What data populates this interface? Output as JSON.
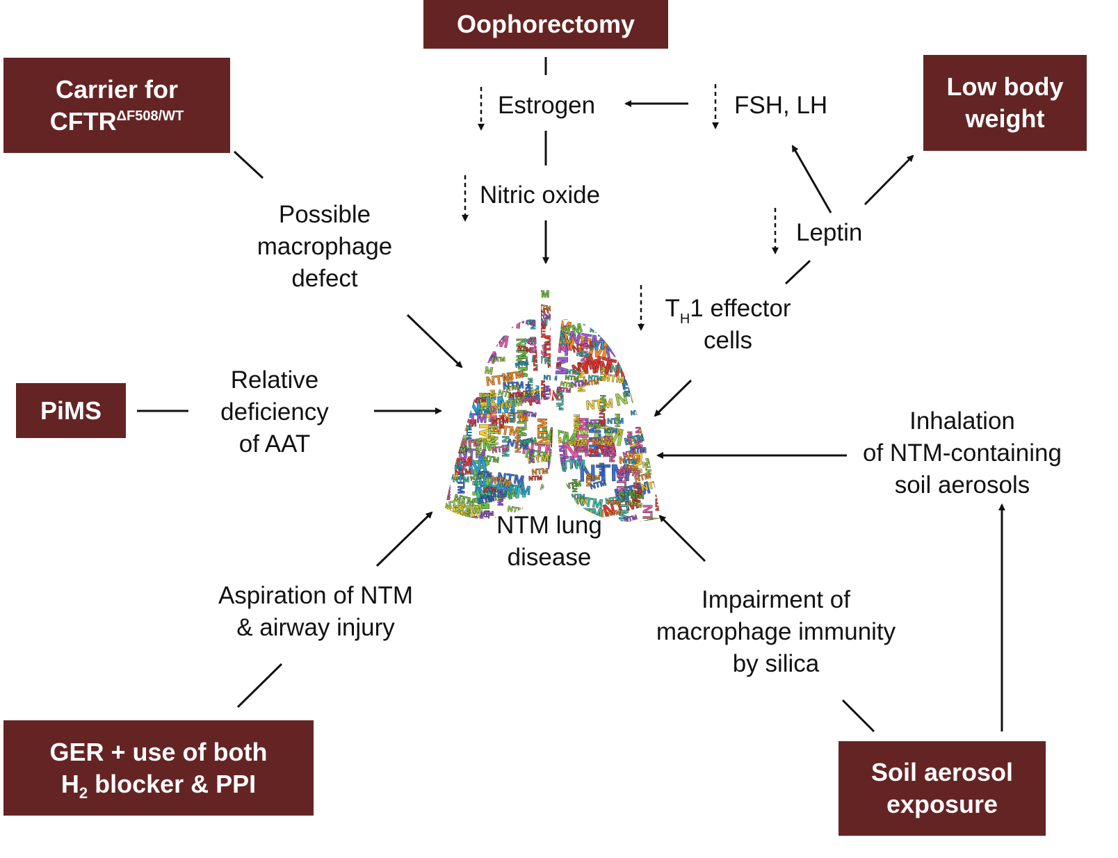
{
  "boxes": {
    "oophorectomy": "Oophorectomy",
    "carrier_line1": "Carrier for",
    "carrier_line2": "CFTR",
    "carrier_sup": "ΔF508/WT",
    "low_body_line1": "Low body",
    "low_body_line2": "weight",
    "pims": "PiMS",
    "ger_line1": "GER + use of both",
    "ger_line2_a": "H",
    "ger_line2_sub": "2",
    "ger_line2_b": " blocker & PPI",
    "soil_line1": "Soil aerosol",
    "soil_line2": "exposure"
  },
  "labels": {
    "estrogen": "Estrogen",
    "fsh_lh": "FSH, LH",
    "nitric_oxide": "Nitric oxide",
    "leptin": "Leptin",
    "th1_a": "T",
    "th1_sub": "H",
    "th1_b": "1 effector",
    "th1_line2": "cells",
    "macrophage_line1": "Possible",
    "macrophage_line2": "macrophage",
    "macrophage_line3": "defect",
    "aat_line1": "Relative",
    "aat_line2": "deficiency",
    "aat_line3": "of AAT",
    "inhalation_line1": "Inhalation",
    "inhalation_line2": "of NTM-containing",
    "inhalation_line3": "soil aerosols",
    "ntm_line1": "NTM lung",
    "ntm_line2": "disease",
    "aspiration_line1": "Aspiration of NTM",
    "aspiration_line2": "& airway injury",
    "silica_line1": "Impairment of",
    "silica_line2": "macrophage immunity",
    "silica_line3": "by silica"
  },
  "lung_word": "NTM",
  "colors": {
    "box": "#652424",
    "box_text": "#ffffff",
    "arrow": "#111111",
    "ntm_palette": [
      "#e6382f",
      "#f28c28",
      "#f5d02c",
      "#6cbf3f",
      "#2aa3d8",
      "#3a6fd0",
      "#9a5bd1",
      "#e35aa6",
      "#3fbfa8",
      "#9fd14a"
    ]
  }
}
